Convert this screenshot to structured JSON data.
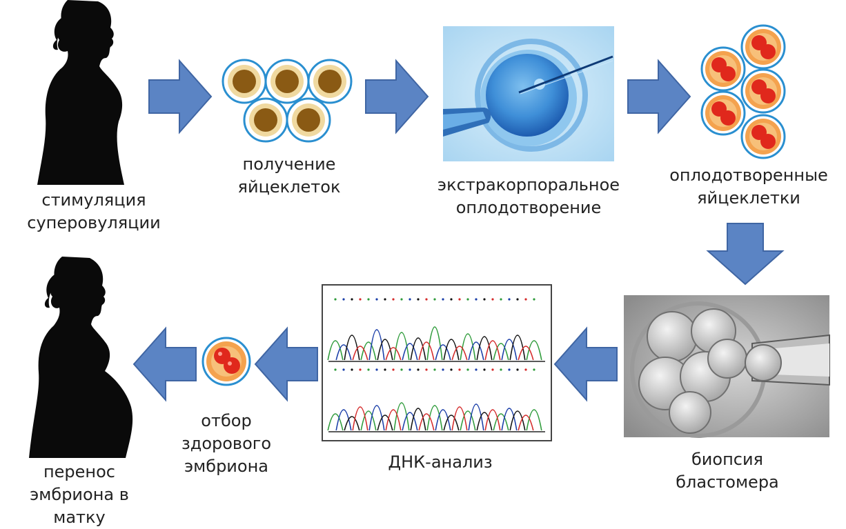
{
  "steps": [
    {
      "id": "stimulation",
      "label": "стимуляция\nсуперовуляции"
    },
    {
      "id": "retrieval",
      "label": "получение\nяйцеклеток"
    },
    {
      "id": "ivf",
      "label": "экстракорпоральное\nоплодотворение"
    },
    {
      "id": "fertilized",
      "label": "оплодотворенные\nяйцеклетки"
    },
    {
      "id": "biopsy",
      "label": "биопсия бластомера"
    },
    {
      "id": "dna",
      "label": "ДНК-анализ"
    },
    {
      "id": "selection",
      "label": "отбор\nздорового\nэмбриона"
    },
    {
      "id": "transfer",
      "label": "перенос\nэмбриона в\nматку"
    }
  ],
  "colors": {
    "arrow": "#5b84c4",
    "arrow_edge": "#3f65a3",
    "silhouette": "#0a0a0a",
    "egg_ring": "#2a8fd0",
    "egg_yolk": "#8a5a14",
    "embryo": "#e0281c",
    "embryo_bg": "#f4a24e"
  },
  "icons": {
    "woman": "woman-silhouette-icon",
    "pregnant": "pregnant-woman-silhouette-icon"
  }
}
